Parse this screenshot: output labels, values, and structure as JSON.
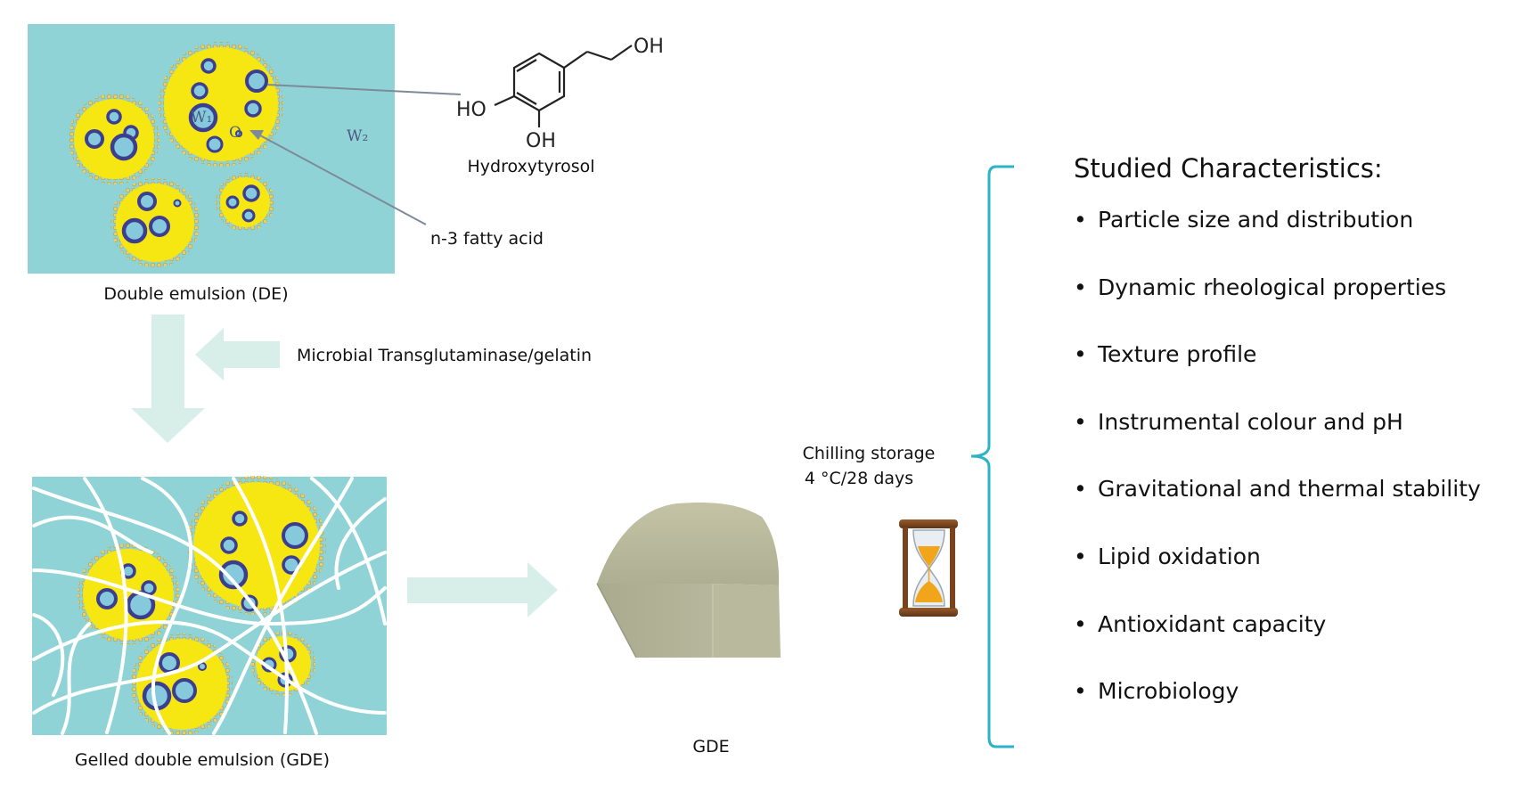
{
  "de_panel": {
    "caption": "Double emulsion (DE)",
    "label_w1": "W₁",
    "label_o": "O",
    "label_w2": "W₂"
  },
  "molecule": {
    "name": "Hydroxytyrosol",
    "oh_top": "OH",
    "ho_left": "HO",
    "oh_bottom": "OH"
  },
  "fatty_acid_label": "n-3 fatty acid",
  "reagent_label": "Microbial Transglutaminase/gelatin",
  "gde_panel": {
    "caption": "Gelled double emulsion (GDE)"
  },
  "sample": {
    "caption": "GDE"
  },
  "storage": {
    "line1": "Chilling storage",
    "line2": "4 °C/28 days",
    "icon": "hourglass-icon"
  },
  "characteristics": {
    "title": "Studied Characteristics:",
    "bullet": "•",
    "items": [
      "Particle  size and distribution",
      "Dynamic rheological properties",
      "Texture profile",
      "Instrumental colour and pH",
      "Gravitational and thermal stability",
      "Lipid oxidation",
      "Antioxidant capacity",
      "Microbiology"
    ]
  },
  "colors": {
    "aqueous_phase": "#8fd3d6",
    "oil_droplet": "#f6e612",
    "inner_droplet": "#86c9dc",
    "inner_droplet_border": "#3c3f90",
    "gel_fiber": "#ffffff",
    "arrow_fill": "#d8efe9",
    "bracket": "#2bb3c8",
    "sample_block": "#b3b49a"
  }
}
